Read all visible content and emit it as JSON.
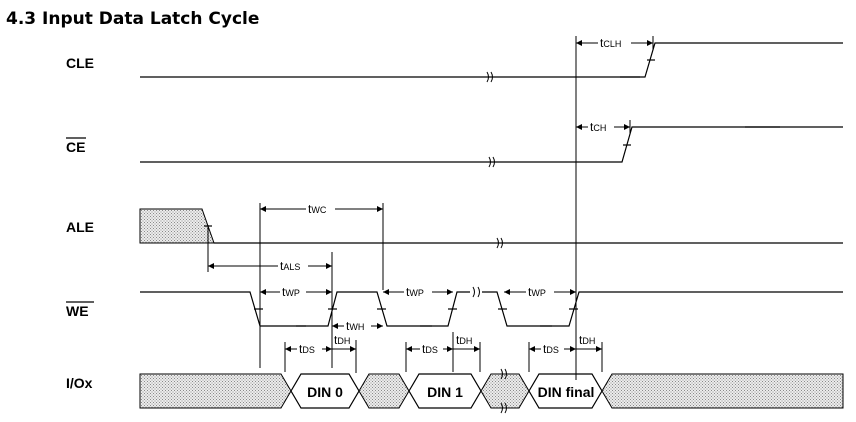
{
  "title": "4.3 Input Data Latch Cycle",
  "signals": {
    "cle": "CLE",
    "ce": "CE",
    "ale": "ALE",
    "we": "WE",
    "io": "I/Ox"
  },
  "data_boxes": {
    "din0": "DIN 0",
    "din1": "DIN 1",
    "din_final": "DIN final"
  },
  "timing": {
    "t": "t",
    "clh": "CLH",
    "ch": "CH",
    "wc": "WC",
    "als": "ALS",
    "wp": "WP",
    "wh": "WH",
    "ds": "DS",
    "dh": "DH"
  }
}
